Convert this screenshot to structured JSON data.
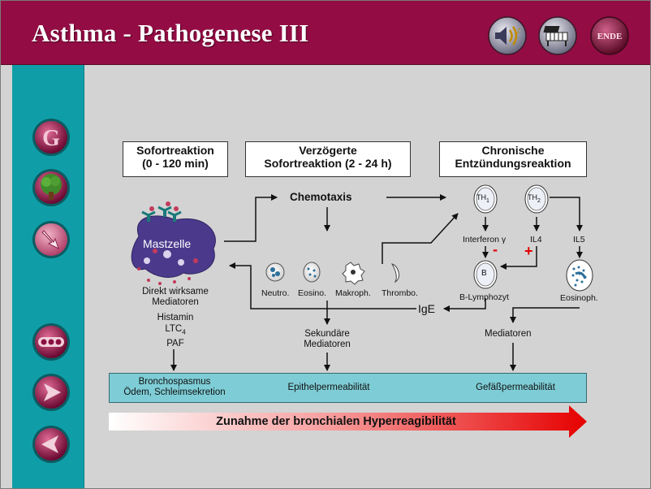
{
  "header": {
    "title": "Asthma - Pathogenese III",
    "buttons": [
      {
        "name": "audio",
        "icon": "speaker-icon"
      },
      {
        "name": "notes",
        "icon": "piano-icon"
      },
      {
        "name": "end",
        "label": "ENDE",
        "icon": "end-icon"
      }
    ]
  },
  "sidebar": {
    "buttons": [
      {
        "name": "glossary",
        "label": "G",
        "icon": "glossary-icon"
      },
      {
        "name": "tree",
        "icon": "tree-icon"
      },
      {
        "name": "link",
        "icon": "link-arrow-icon"
      },
      {
        "name": "overview",
        "icon": "dots-icon"
      },
      {
        "name": "next",
        "icon": "arrow-right-icon"
      },
      {
        "name": "back",
        "icon": "arrow-left-icon"
      }
    ]
  },
  "diagram": {
    "col1_title": "Sofortreaktion",
    "col1_sub": "(0 - 120 min)",
    "col2_title": "Verzögerte",
    "col2_sub": "Sofortreaktion (2 - 24 h)",
    "col3_title": "Chronische",
    "col3_sub": "Entzündungsreaktion",
    "chemotaxis": "Chemotaxis",
    "mastzelle": "Mastzelle",
    "direkt_wirksame": "Direkt wirksame",
    "mediatoren1": "Mediatoren",
    "histamin": "Histamin",
    "ltc": "LTC",
    "ltc_sub": "4",
    "paf": "PAF",
    "neutro": "Neutro.",
    "eosino": "Eosino.",
    "makroph": "Makroph.",
    "thrombo": "Thrombo.",
    "ige": "IgE",
    "sekundaere": "Sekundäre",
    "mediatoren2": "Mediatoren",
    "th1": "TH",
    "th1_sub": "1",
    "th2": "TH",
    "th2_sub": "2",
    "interferon": "Interferon γ",
    "il4": "IL4",
    "il5": "IL5",
    "minus": "-",
    "plus": "+",
    "b_cell": "B",
    "b_lymphozyt": "B-Lymphozyt",
    "eosinoph": "Eosinoph.",
    "mediatoren3": "Mediatoren",
    "effects": {
      "bronchospasmus": "Bronchospasmus",
      "oedem": "Ödem, Schleimsekretion",
      "epithel": "Epithelpermeabilität",
      "gefaess": "Gefäßpermeabilität"
    },
    "hyperreagibilitaet": "Zunahme der bronchialen Hyperreagibilität"
  },
  "colors": {
    "header_bg": "#930c44",
    "sidebar_bg": "#0f9ea7",
    "content_bg": "#d3d3d3",
    "effect_box": "#7ecdd6",
    "mastzelle": "#4b3a8c",
    "arrow_red": "#e20000"
  }
}
